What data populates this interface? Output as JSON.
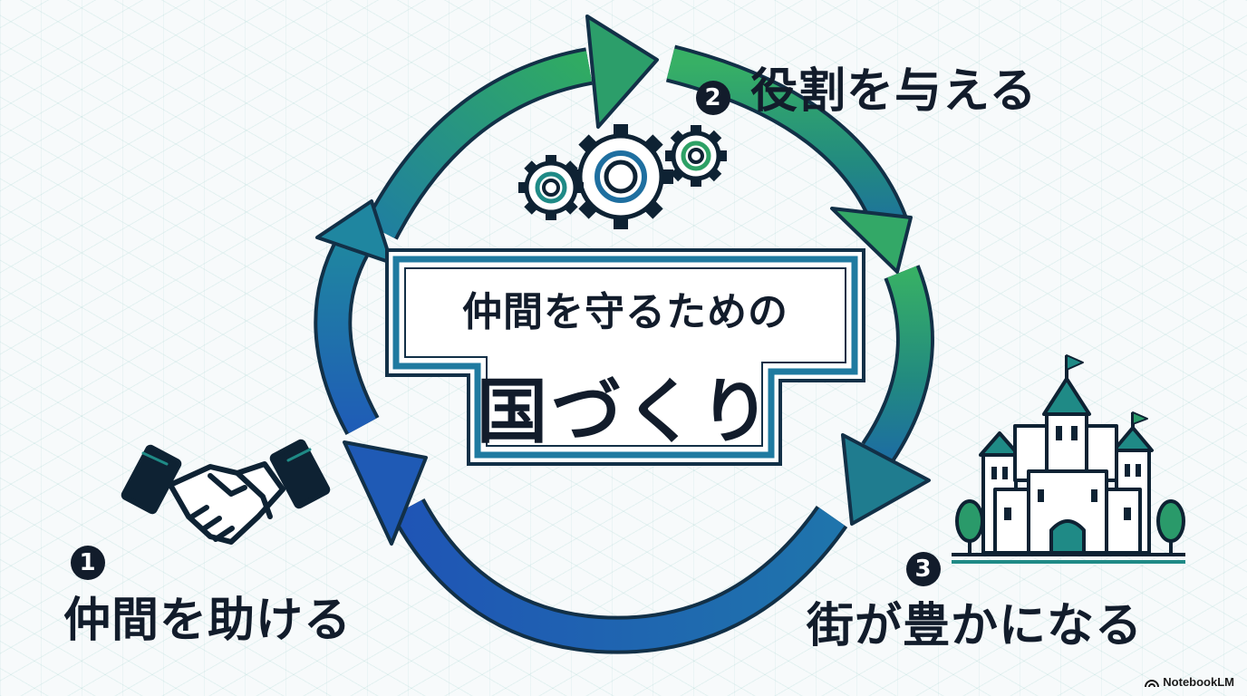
{
  "center_title": {
    "line1": "仲間を守るための",
    "line2": "国づくり"
  },
  "steps": [
    {
      "number": "1",
      "label": "仲間を助ける",
      "icon": "handshake-icon"
    },
    {
      "number": "2",
      "label": "役割を与える",
      "icon": "gears-icon"
    },
    {
      "number": "3",
      "label": "街が豊かになる",
      "icon": "castle-icon"
    }
  ],
  "watermark": "NotebookLM",
  "colors": {
    "arrow_green": "#2fa85e",
    "arrow_teal": "#1f8a86",
    "arrow_blue": "#1f5fb8",
    "outline": "#123047",
    "ink": "#121c2b"
  }
}
